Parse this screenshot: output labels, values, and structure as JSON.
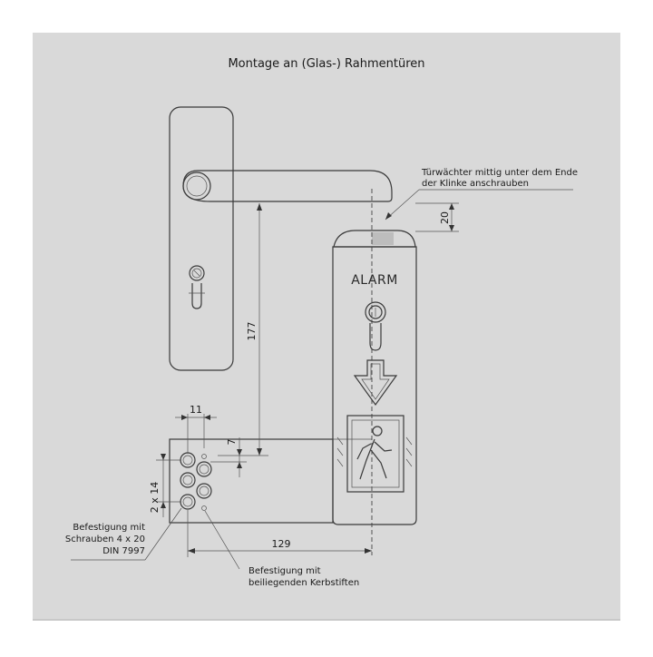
{
  "title": "Montage an (Glas-) Rahmentüren",
  "device_label": "ALARM",
  "colors": {
    "panel_background": "#d9d9d9",
    "page_background": "#ffffff",
    "line": "#3a3a3a"
  },
  "notes": {
    "center_line1": "Türwächter mittig unter dem Ende",
    "center_line2": "der Klinke anschrauben",
    "screws_line1": "Befestigung mit",
    "screws_line2": "Schrauben 4 x 20",
    "screws_line3": "DIN 7997",
    "pins_line1": "Befestigung mit",
    "pins_line2": "beiliegenden Kerbstiften"
  },
  "dimensions": {
    "gap_top": "20",
    "height_from_handle": "177",
    "hole_spacing_h": "11",
    "offset_small": "7",
    "hole_spacing_v": "2 x 14",
    "horizontal_distance": "129"
  },
  "icons": {
    "escape": "running-person-exit-icon",
    "arrow": "arrow-down-icon",
    "key": "key-cylinder-icon"
  }
}
